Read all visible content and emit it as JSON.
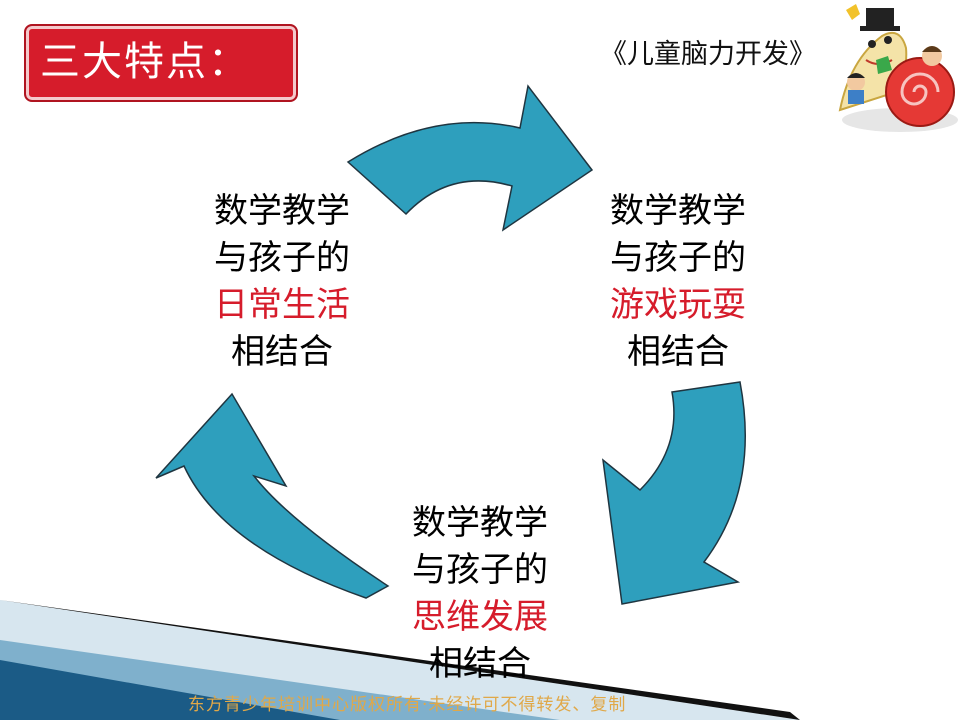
{
  "header": {
    "title": "三大特点：",
    "book_title": "《儿童脑力开发》"
  },
  "blocks": [
    {
      "line1": "数学教学",
      "line2": "与孩子的",
      "highlight": "日常生活",
      "line4": "相结合"
    },
    {
      "line1": "数学教学",
      "line2": "与孩子的",
      "highlight": "游戏玩耍",
      "line4": "相结合"
    },
    {
      "line1": "数学教学",
      "line2": "与孩子的",
      "highlight": "思维发展",
      "line4": "相结合"
    }
  ],
  "footer": {
    "text": "东方青少年培训中心版权所有·未经许可不得转发、复制"
  },
  "colors": {
    "title_bg": "#d61c2b",
    "arrow_fill": "#2e9fbd",
    "highlight_text": "#d61c2b",
    "footer_text": "#e0a848"
  }
}
